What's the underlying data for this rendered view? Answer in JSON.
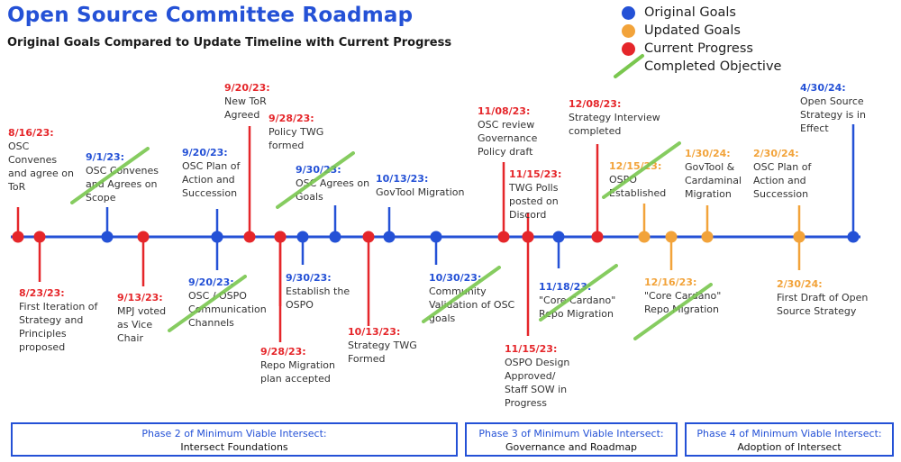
{
  "header": {
    "title": "Open Source Committee Roadmap",
    "subtitle": "Original Goals Compared to Update Timeline with Current Progress"
  },
  "colors": {
    "blue": "#2451d6",
    "orange": "#f2a33a",
    "red": "#e5262a",
    "green": "#7ac74f"
  },
  "legend": [
    {
      "label": "Original Goals",
      "kind": "blue"
    },
    {
      "label": "Updated Goals",
      "kind": "orange"
    },
    {
      "label": "Current Progress",
      "kind": "red"
    },
    {
      "label": "Completed Objective",
      "kind": "check"
    }
  ],
  "events": [
    {
      "id": "e1",
      "date": "8/16/23:",
      "lines": [
        "OSC",
        "Convenes",
        "and agree on",
        "ToR"
      ],
      "kind": "red",
      "side": "up",
      "done": false
    },
    {
      "id": "e2",
      "date": "8/23/23:",
      "lines": [
        "First Iteration of",
        "Strategy and",
        "Principles",
        "proposed"
      ],
      "kind": "red",
      "side": "down",
      "done": false
    },
    {
      "id": "e3",
      "date": "9/1/23:",
      "lines": [
        "OSC Convenes",
        "and Agrees on",
        "Scope"
      ],
      "kind": "blue",
      "side": "up",
      "done": true
    },
    {
      "id": "e4",
      "date": "9/13/23:",
      "lines": [
        "MPJ voted",
        "as Vice",
        "Chair"
      ],
      "kind": "red",
      "side": "down",
      "done": false
    },
    {
      "id": "e5",
      "date": "9/20/23:",
      "lines": [
        "OSC Plan of",
        "Action and",
        "Succession"
      ],
      "kind": "blue",
      "side": "up",
      "done": false
    },
    {
      "id": "e6",
      "date": "9/20/23:",
      "lines": [
        "OSC / OSPO",
        "Communication",
        "Channels"
      ],
      "kind": "blue",
      "side": "down",
      "done": true
    },
    {
      "id": "e7",
      "date": "9/20/23:",
      "lines": [
        "New ToR",
        "Agreed"
      ],
      "kind": "red",
      "side": "up",
      "done": false
    },
    {
      "id": "e8",
      "date": "9/28/23:",
      "lines": [
        "Policy TWG",
        "formed"
      ],
      "kind": "red",
      "side": "up",
      "done": false
    },
    {
      "id": "e9",
      "date": "9/28/23:",
      "lines": [
        "Repo Migration",
        "plan accepted"
      ],
      "kind": "red",
      "side": "down",
      "done": false
    },
    {
      "id": "e10",
      "date": "9/30/23:",
      "lines": [
        "Establish the",
        "OSPO"
      ],
      "kind": "blue",
      "side": "down",
      "done": false
    },
    {
      "id": "e11",
      "date": "9/30/23:",
      "lines": [
        "OSC Agrees on",
        "Goals"
      ],
      "kind": "blue",
      "side": "up",
      "done": true
    },
    {
      "id": "e12",
      "date": "10/13/23:",
      "lines": [
        "Strategy TWG",
        "Formed"
      ],
      "kind": "red",
      "side": "down",
      "done": false
    },
    {
      "id": "e13",
      "date": "10/13/23:",
      "lines": [
        "GovTool Migration"
      ],
      "kind": "blue",
      "side": "up",
      "done": false
    },
    {
      "id": "e14",
      "date": "10/30/23:",
      "lines": [
        "Community",
        "Validation of OSC",
        "goals"
      ],
      "kind": "blue",
      "side": "down",
      "done": true
    },
    {
      "id": "e15",
      "date": "11/08/23:",
      "lines": [
        "OSC review",
        "Governance",
        "Policy draft"
      ],
      "kind": "red",
      "side": "up",
      "done": false
    },
    {
      "id": "e16",
      "date": "11/15/23:",
      "lines": [
        "TWG Polls",
        "posted on",
        "Discord"
      ],
      "kind": "red",
      "side": "up",
      "done": false
    },
    {
      "id": "e17",
      "date": "11/15/23:",
      "lines": [
        "OSPO Design",
        "Approved/",
        "Staff SOW in",
        "Progress"
      ],
      "kind": "red",
      "side": "down",
      "done": false
    },
    {
      "id": "e18",
      "date": "11/18/23:",
      "lines": [
        "\"Core Cardano\"",
        "Repo Migration"
      ],
      "kind": "blue",
      "side": "down",
      "done": true
    },
    {
      "id": "e19",
      "date": "12/08/23:",
      "lines": [
        "Strategy Interview",
        "completed"
      ],
      "kind": "red",
      "side": "up",
      "done": false
    },
    {
      "id": "e20",
      "date": "12/15/23:",
      "lines": [
        "OSPO",
        "Established"
      ],
      "kind": "orange",
      "side": "up",
      "done": true
    },
    {
      "id": "e21",
      "date": "12/16/23:",
      "lines": [
        "\"Core Cardano\"",
        "Repo Migration"
      ],
      "kind": "orange",
      "side": "down",
      "done": true
    },
    {
      "id": "e22",
      "date": "1/30/24:",
      "lines": [
        "GovTool &",
        "Cardaminal",
        "Migration"
      ],
      "kind": "orange",
      "side": "up",
      "done": false
    },
    {
      "id": "e23",
      "date": "2/30/24:",
      "lines": [
        "OSC Plan of",
        "Action and",
        "Succession"
      ],
      "kind": "orange",
      "side": "up",
      "done": false
    },
    {
      "id": "e24",
      "date": "2/30/24:",
      "lines": [
        "First Draft of Open",
        "Source Strategy"
      ],
      "kind": "orange",
      "side": "down",
      "done": false
    },
    {
      "id": "e25",
      "date": "4/30/24:",
      "lines": [
        "Open Source",
        "Strategy is in",
        "Effect"
      ],
      "kind": "blue",
      "side": "up",
      "done": false
    }
  ],
  "phases": [
    {
      "line1": "Phase 2 of Minimum Viable Intersect:",
      "line2": "Intersect Foundations"
    },
    {
      "line1": "Phase 3 of Minimum Viable Intersect:",
      "line2": "Governance and Roadmap"
    },
    {
      "line1": "Phase 4 of Minimum Viable Intersect:",
      "line2": "Adoption of Intersect"
    }
  ]
}
